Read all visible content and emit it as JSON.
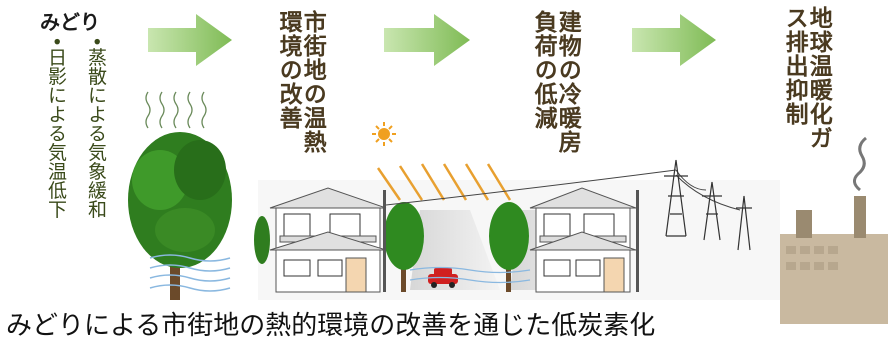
{
  "midori": {
    "title": "みどり",
    "bullet1": "•蒸散による気象緩和",
    "bullet2": "•日影による気温低下"
  },
  "steps": [
    {
      "label": "市街地の温熱環境の改善"
    },
    {
      "label": "建物の冷暖房負荷の低減"
    },
    {
      "label": "地球温暖化ガス排出抑制"
    }
  ],
  "caption": "みどりによる市街地の熱的環境の改善を通じた低炭素化",
  "colors": {
    "arrow": "#8fc46a",
    "tree": "#2f7d1f",
    "text": "#4a3a20"
  }
}
